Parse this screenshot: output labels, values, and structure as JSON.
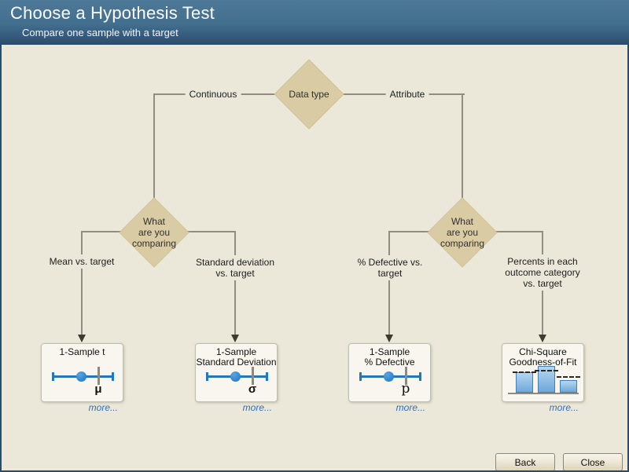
{
  "header": {
    "title": "Choose a Hypothesis Test",
    "subtitle": "Compare one sample with a target"
  },
  "tree": {
    "root_label": "Data type",
    "left_branch_label": "Continuous",
    "right_branch_label": "Attribute",
    "left_question": "What\nare you\ncomparing",
    "right_question": "What\nare you\ncomparing",
    "outcomes": [
      {
        "label": "Mean vs. target"
      },
      {
        "label": "Standard deviation\nvs. target"
      },
      {
        "label": "% Defective vs.\ntarget"
      },
      {
        "label": "Percents in each\noutcome category\nvs. target"
      }
    ]
  },
  "cards": [
    {
      "title": "1-Sample t",
      "symbol": "μ",
      "more_label": "more..."
    },
    {
      "title": "1-Sample\nStandard Deviation",
      "symbol": "σ",
      "more_label": "more..."
    },
    {
      "title": "1-Sample\n% Defective",
      "symbol": "p",
      "more_label": "more..."
    },
    {
      "title": "Chi-Square\nGoodness-of-Fit",
      "more_label": "more..."
    }
  ],
  "footer": {
    "back_label": "Back",
    "close_label": "Close"
  },
  "colors": {
    "header_top": "#4d7897",
    "header_bottom": "#2c4b69",
    "background": "#ebe8da",
    "diamond_fill": "#d9cba4",
    "connector": "#8f8e80",
    "accent_blue": "#2577bd",
    "link_blue": "#2e6fc0",
    "card_background": "#f8f6ee"
  }
}
